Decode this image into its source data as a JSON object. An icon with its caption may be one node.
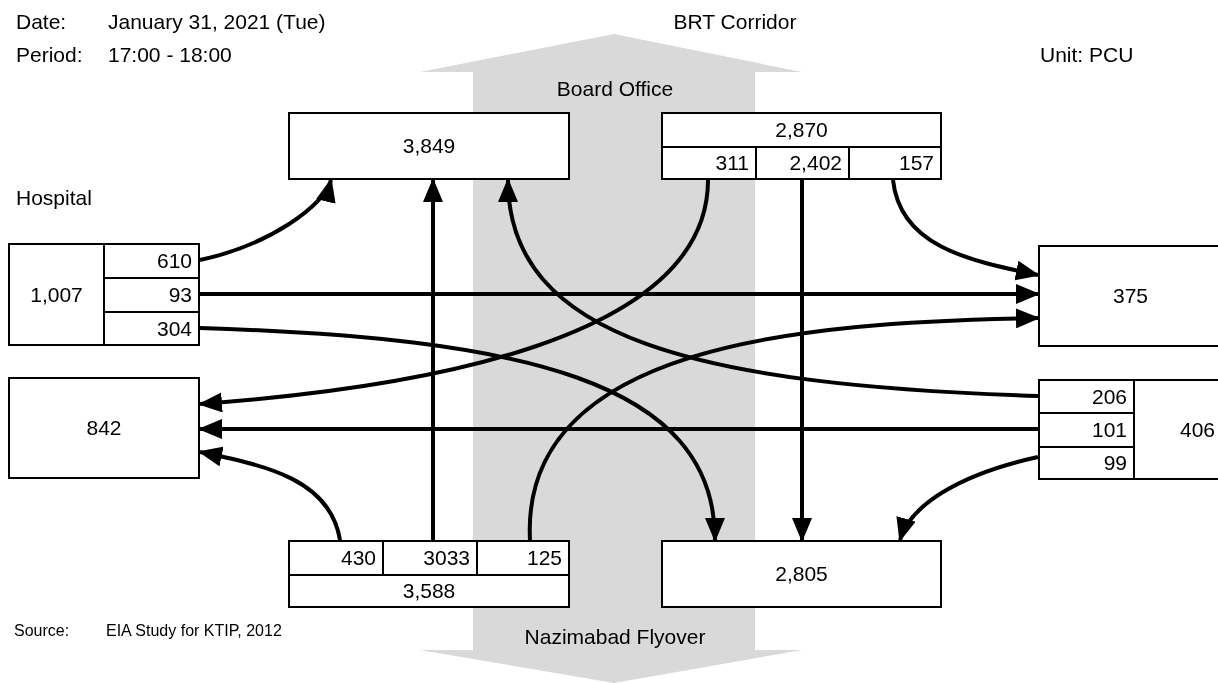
{
  "diagram": {
    "nodes": [
      {
        "text": [
          "3,849"
        ]
      },
      {
        "text": [
          "2,870"
        ]
      },
      {
        "text": [
          "311"
        ]
      },
      {
        "text": [
          "2,402"
        ]
      },
      {
        "text": [
          "157"
        ]
      },
      {
        "text": [
          "1,007"
        ]
      },
      {
        "text": [
          "610"
        ]
      },
      {
        "text": [
          "93"
        ]
      },
      {
        "text": [
          "304"
        ]
      },
      {
        "text": [
          "375"
        ]
      },
      {
        "text": [
          "842"
        ]
      },
      {
        "text": [
          "206"
        ]
      },
      {
        "text": [
          "101"
        ]
      },
      {
        "text": [
          "99"
        ]
      },
      {
        "text": [
          "406"
        ]
      },
      {
        "text": [
          "430"
        ]
      },
      {
        "text": [
          "3033"
        ]
      },
      {
        "text": [
          "125"
        ]
      },
      {
        "text": [
          "3,588"
        ]
      },
      {
        "text": [
          "2,805"
        ]
      }
    ],
    "edges": [
      {
        "from": 6,
        "to": 0,
        "arrow": "to"
      },
      {
        "from": 7,
        "to": 9,
        "arrow": "to"
      },
      {
        "from": 8,
        "to": 19,
        "arrow": "to"
      },
      {
        "from": 2,
        "to": 10,
        "arrow": "to"
      },
      {
        "from": 3,
        "to": 19,
        "arrow": "to"
      },
      {
        "from": 4,
        "to": 9,
        "arrow": "to"
      },
      {
        "from": 11,
        "to": 0,
        "arrow": "to"
      },
      {
        "from": 12,
        "to": 10,
        "arrow": "to"
      },
      {
        "from": 13,
        "to": 19,
        "arrow": "to"
      },
      {
        "from": 15,
        "to": 10,
        "arrow": "to"
      },
      {
        "from": 16,
        "to": 0,
        "arrow": "to"
      },
      {
        "from": 17,
        "to": 9,
        "arrow": "to"
      }
    ],
    "labels": [
      "Date:",
      "January 31, 2021 (Tue)",
      "BRT Corridor",
      "Period:",
      "17:00 - 18:00",
      "Unit: PCU",
      "Board Office",
      "Hospital",
      "Source:",
      "EIA Study for KTIP, 2012",
      "Nazimabad Flyover"
    ]
  }
}
